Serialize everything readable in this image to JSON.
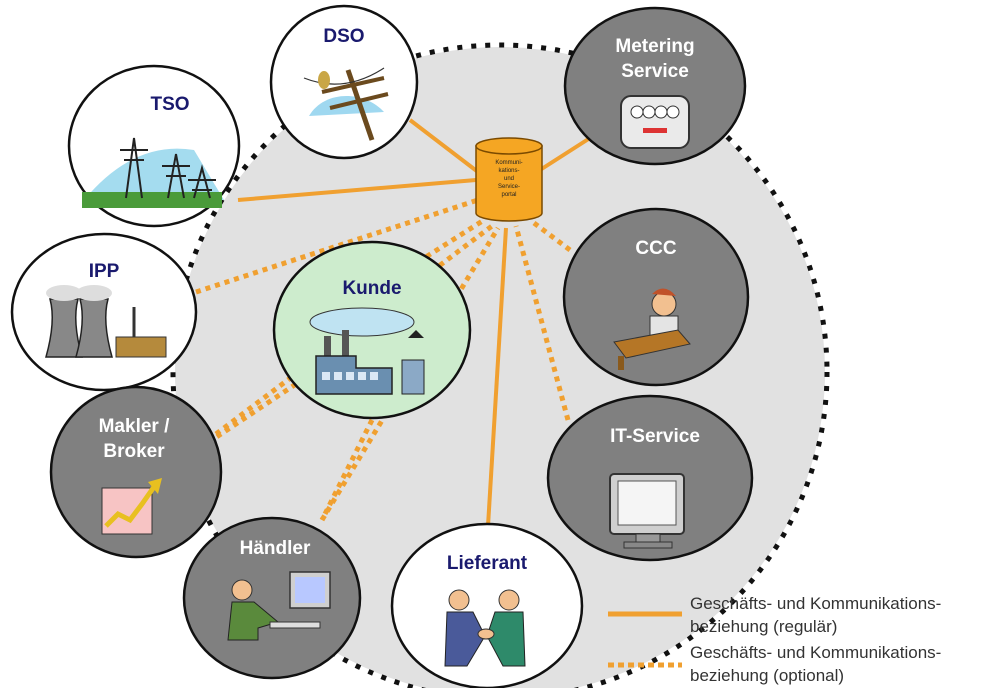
{
  "colors": {
    "connection": "#f0a030",
    "portal_fill": "#f5a623",
    "grey_node": "#808080",
    "white_node": "#ffffff",
    "kunde_node": "#cdeccd",
    "label_dark": "#1a1a6e",
    "label_light": "#ffffff",
    "ring_fill": "#e1e1e1"
  },
  "portal": {
    "label": [
      "Kommuni-",
      "kations-",
      "und",
      "Service-",
      "portal"
    ],
    "icon": "database-cylinder-icon"
  },
  "nodes": [
    {
      "id": "dso",
      "lines": [
        "DSO"
      ],
      "icon": "power-line-bird-icon",
      "style": "white",
      "connection": "regular"
    },
    {
      "id": "metering-service",
      "lines": [
        "Metering",
        "Service"
      ],
      "icon": "electricity-meter-icon",
      "style": "grey",
      "connection": "regular"
    },
    {
      "id": "tso",
      "lines": [
        "TSO"
      ],
      "icon": "transmission-towers-icon",
      "style": "white",
      "connection": "regular"
    },
    {
      "id": "ipp",
      "lines": [
        "IPP"
      ],
      "icon": "power-plant-cooling-towers-icon",
      "style": "white",
      "connection": "optional"
    },
    {
      "id": "kunde",
      "lines": [
        "Kunde"
      ],
      "icon": "factory-icon",
      "style": "green",
      "connection": "optional"
    },
    {
      "id": "ccc",
      "lines": [
        "CCC"
      ],
      "icon": "call-center-agent-icon",
      "style": "grey",
      "connection": "optional"
    },
    {
      "id": "it-service",
      "lines": [
        "IT-Service"
      ],
      "icon": "computer-monitor-icon",
      "style": "grey",
      "connection": "optional"
    },
    {
      "id": "makler-broker",
      "lines": [
        "Makler /",
        "Broker"
      ],
      "icon": "rising-chart-icon",
      "style": "grey",
      "connection": "optional"
    },
    {
      "id": "haendler",
      "lines": [
        "Händler"
      ],
      "icon": "trader-at-desk-icon",
      "style": "grey",
      "connection": "optional"
    },
    {
      "id": "lieferant",
      "lines": [
        "Lieferant"
      ],
      "icon": "handshake-icon",
      "style": "white",
      "connection": "regular"
    }
  ],
  "legend": [
    {
      "lines": [
        "Geschäfts- und Kommunikations-",
        "beziehung (regulär)"
      ],
      "line_style": "solid"
    },
    {
      "lines": [
        "Geschäfts- und Kommunikations-",
        "beziehung (optional)"
      ],
      "line_style": "dotted"
    }
  ]
}
